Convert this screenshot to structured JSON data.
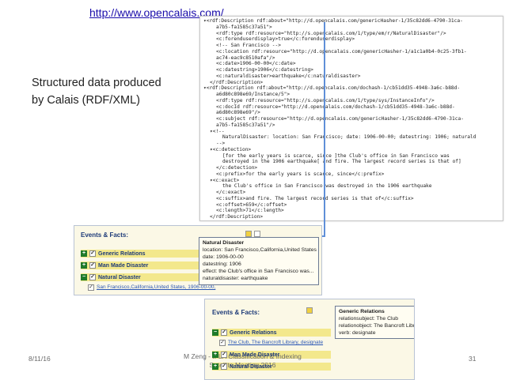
{
  "url": "http://www.opencalais.com/",
  "side_label": "Structured data produced by Calais (RDF/XML)",
  "xml_lines": [
    {
      "indent": 0,
      "text": "▾<rdf:Description rdf:about=\"http://d.opencalais.com/genericHasher-1/35c82dd6-4790-31ca-"
    },
    {
      "indent": 2,
      "text": "a7b5-fa1585c37a51\">"
    },
    {
      "indent": 2,
      "text": "<rdf:type rdf:resource=\"http://s.opencalais.com/1/type/em/r/NaturalDisaster\"/>"
    },
    {
      "indent": 2,
      "text": "<c:forenduserdisplay>true</c:forenduserdisplay>"
    },
    {
      "indent": 2,
      "text": "<!-- San Francisco -->"
    },
    {
      "indent": 2,
      "text": "<c:location rdf:resource=\"http://d.opencalais.com/genericHasher-1/a1c1a0b4-0c25-3fb1-"
    },
    {
      "indent": 2,
      "text": "ac74-eac9c8510afa\"/>"
    },
    {
      "indent": 2,
      "text": "<c:date>1906-00-00</c:date>"
    },
    {
      "indent": 2,
      "text": "<c:datestring>1906</c:datestring>"
    },
    {
      "indent": 2,
      "text": "<c:naturaldisaster>earthquake</c:naturaldisaster>"
    },
    {
      "indent": 1,
      "text": "</rdf:Description>"
    },
    {
      "indent": 0,
      "text": "▾<rdf:Description rdf:about=\"http://d.opencalais.com/dochash-1/cb51dd35-4948-3a6c-b88d-"
    },
    {
      "indent": 2,
      "text": "a6d80c898e69/Instance/5\">"
    },
    {
      "indent": 2,
      "text": "<rdf:type rdf:resource=\"http://s.opencalais.com/1/type/sys/InstanceInfo\"/>"
    },
    {
      "indent": 2,
      "text": "<c:docId rdf:resource=\"http://d.opencalais.com/dochash-1/cb51dd35-4948-3a6c-b88d-"
    },
    {
      "indent": 2,
      "text": "a6d80c898e69\"/>"
    },
    {
      "indent": 2,
      "text": "<c:subject rdf:resource=\"http://d.opencalais.com/genericHasher-1/35c82dd6-4790-31ca-"
    },
    {
      "indent": 2,
      "text": "a7b5-fa1585c37a51\"/>"
    },
    {
      "indent": 1,
      "text": "▾<!--"
    },
    {
      "indent": 3,
      "text": "NaturalDisaster: location: San Francisco; date: 1906-00-00; datestring: 1906; naturald"
    },
    {
      "indent": 2,
      "text": "-->"
    },
    {
      "indent": 1,
      "text": "▾<c:detection>"
    },
    {
      "indent": 3,
      "text": "[for the early years is scarce, since ]the Club's office in San Francisco was"
    },
    {
      "indent": 3,
      "text": "destroyed in the 1906 earthquake[ and fire. The largest record series is that of]"
    },
    {
      "indent": 2,
      "text": "</c:detection>"
    },
    {
      "indent": 2,
      "text": "<c:prefix>for the early years is scarce, since</c:prefix>"
    },
    {
      "indent": 1,
      "text": "▾<c:exact>"
    },
    {
      "indent": 3,
      "text": "the Club's office in San Francisco was destroyed in the 1906 earthquake"
    },
    {
      "indent": 2,
      "text": "</c:exact>"
    },
    {
      "indent": 2,
      "text": "<c:suffix>and fire. The largest record series is that of</c:suffix>"
    },
    {
      "indent": 2,
      "text": "<c:offset>659</c:offset>"
    },
    {
      "indent": 2,
      "text": "<c:length>71</c:length>"
    },
    {
      "indent": 1,
      "text": "</rdf:Description>"
    }
  ],
  "panel1": {
    "title": "Events & Facts:",
    "rows": [
      {
        "expander": "+",
        "label": "Generic Relations"
      },
      {
        "expander": "+",
        "label": "Man Made Disaster"
      },
      {
        "expander": "−",
        "label": "Natural Disaster"
      }
    ],
    "detail_link": "San Francisco,California,United States, 1906-00-00,",
    "tooltip": {
      "title": "Natural Disaster",
      "lines": [
        "location: San Francisco,California,United States",
        "date: 1906-00-00",
        "datestring: 1906",
        "effect: the Club's office in San Francisco was...",
        "naturaldisaster: earthquake"
      ]
    }
  },
  "panel2": {
    "title": "Events & Facts:",
    "rows": [
      {
        "expander": "−",
        "label": "Generic Relations"
      },
      {
        "expander": "+",
        "label": "Man Made Disaster"
      },
      {
        "expander": "+",
        "label": "Natural Disaster"
      }
    ],
    "detail_link": "The Club, The Bancroft Library, designate",
    "tooltip": {
      "title": "Generic Relations",
      "lines": [
        "relationsubject: The Club",
        "relationobject: The Bancroft Library",
        "verb: designate"
      ]
    }
  },
  "footer": {
    "date": "8/11/16",
    "center_line1": "M Zeng - IFLA Classification & Indexing",
    "center_line2": "Satellite Meeting 2016",
    "page": "31"
  },
  "colors": {
    "accent": "#5f8fd8",
    "panel_bg": "#fbf8e6",
    "highlight": "#f3e88c",
    "link": "#2a56b5"
  }
}
